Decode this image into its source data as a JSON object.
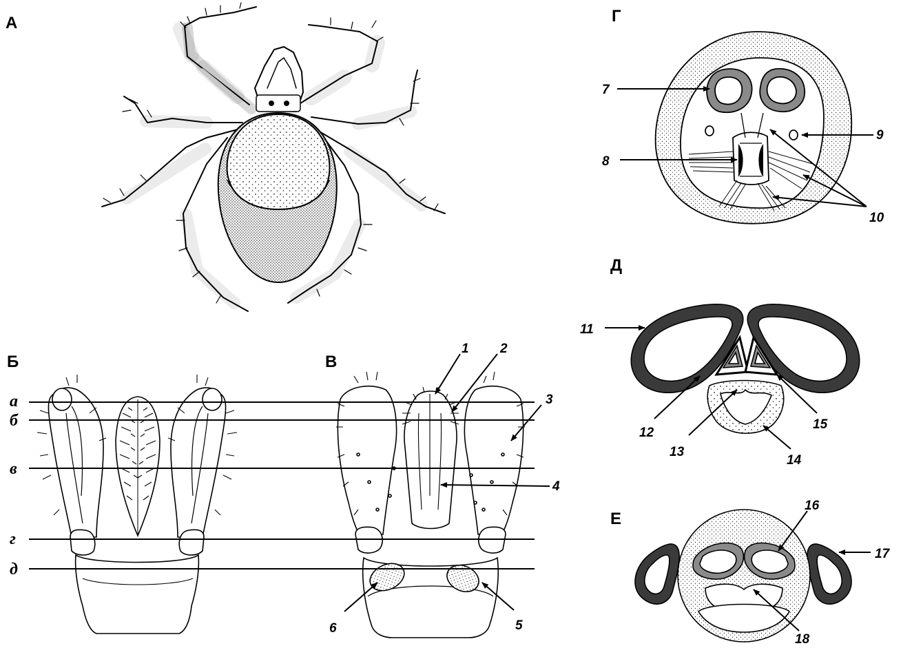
{
  "panels": {
    "A": "А",
    "B": "Б",
    "V": "В",
    "G": "Г",
    "D": "Д",
    "E": "Е"
  },
  "section_levels": [
    "а",
    "б",
    "в",
    "г",
    "д"
  ],
  "callouts": {
    "n1": "1",
    "n2": "2",
    "n3": "3",
    "n4": "4",
    "n5": "5",
    "n6": "6",
    "n7": "7",
    "n8": "8",
    "n9": "9",
    "n10": "10",
    "n11": "11",
    "n12": "12",
    "n13": "13",
    "n14": "14",
    "n15": "15",
    "n16": "16",
    "n17": "17",
    "n18": "18"
  },
  "colors": {
    "ink": "#000000",
    "dark_fill": "#444444",
    "mid_fill": "#8a8a8a",
    "stipple_bg": "#ffffff"
  }
}
